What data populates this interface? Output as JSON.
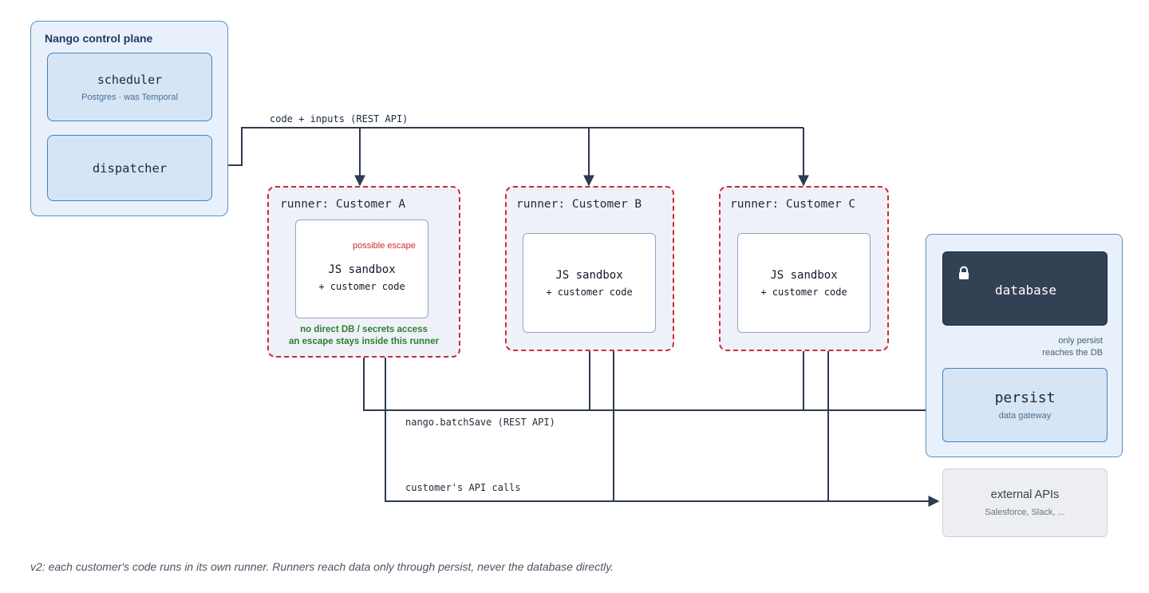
{
  "control_plane": {
    "title": "Nango control plane",
    "scheduler": {
      "name": "scheduler",
      "subtitle": "Postgres · was Temporal"
    },
    "dispatcher": {
      "name": "dispatcher"
    }
  },
  "edges": {
    "dispatch": "code + inputs (REST API)",
    "batch_save": "nango.batchSave (REST API)",
    "api_calls": "customer's API calls",
    "escape": "possible escape"
  },
  "runners": [
    {
      "title": "runner: Customer A",
      "sandbox_title": "JS sandbox",
      "sandbox_subtitle": "+ customer code",
      "notes": [
        "no direct DB / secrets access",
        "an escape stays inside this runner"
      ]
    },
    {
      "title": "runner: Customer B",
      "sandbox_title": "JS sandbox",
      "sandbox_subtitle": "+ customer code"
    },
    {
      "title": "runner: Customer C",
      "sandbox_title": "JS sandbox",
      "sandbox_subtitle": "+ customer code"
    }
  ],
  "data_plane": {
    "database": {
      "name": "database",
      "icon": "lock-icon"
    },
    "persist": {
      "name": "persist",
      "subtitle": "data gateway"
    },
    "note": [
      "only persist",
      "reaches the DB"
    ]
  },
  "external": {
    "name": "external APIs",
    "subtitle": "Salesforce, Slack, ..."
  },
  "caption": "v2: each customer's code runs in its own runner. Runners reach data only through persist, never the database directly.",
  "colors": {
    "line": "#2d3b4e",
    "runner_border": "#d02b32",
    "plane_border": "#5b8fc2",
    "service_fill": "#d6e5f5",
    "database_fill": "#334155",
    "note_green": "#2f7d32"
  }
}
